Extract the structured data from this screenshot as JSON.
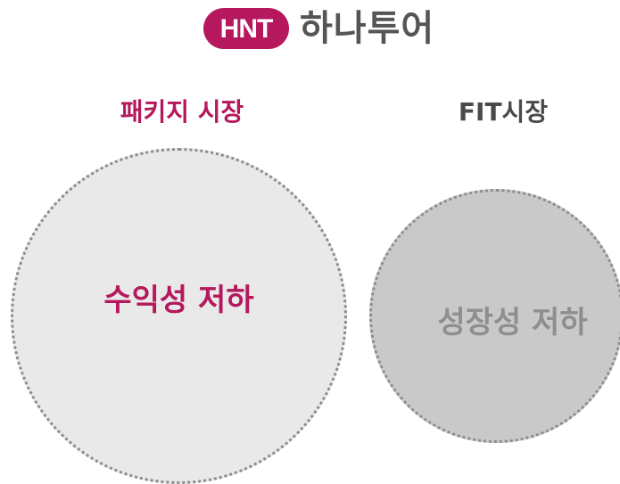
{
  "brand": {
    "logo_letters": "HNT",
    "name": "하나투어",
    "colors": {
      "accent": "#b5185d",
      "text_dark": "#4a4a4a",
      "text_muted": "#8e8e8e",
      "circle_light": "#e9e9e9",
      "circle_dark": "#c9c9c9",
      "dotted_border": "#8c8c8c"
    }
  },
  "markets": {
    "package": {
      "title": "패키지 시장",
      "circle_label": "수익성 저하"
    },
    "fit": {
      "title": "FIT시장",
      "circle_label": "성장성 저하"
    }
  }
}
